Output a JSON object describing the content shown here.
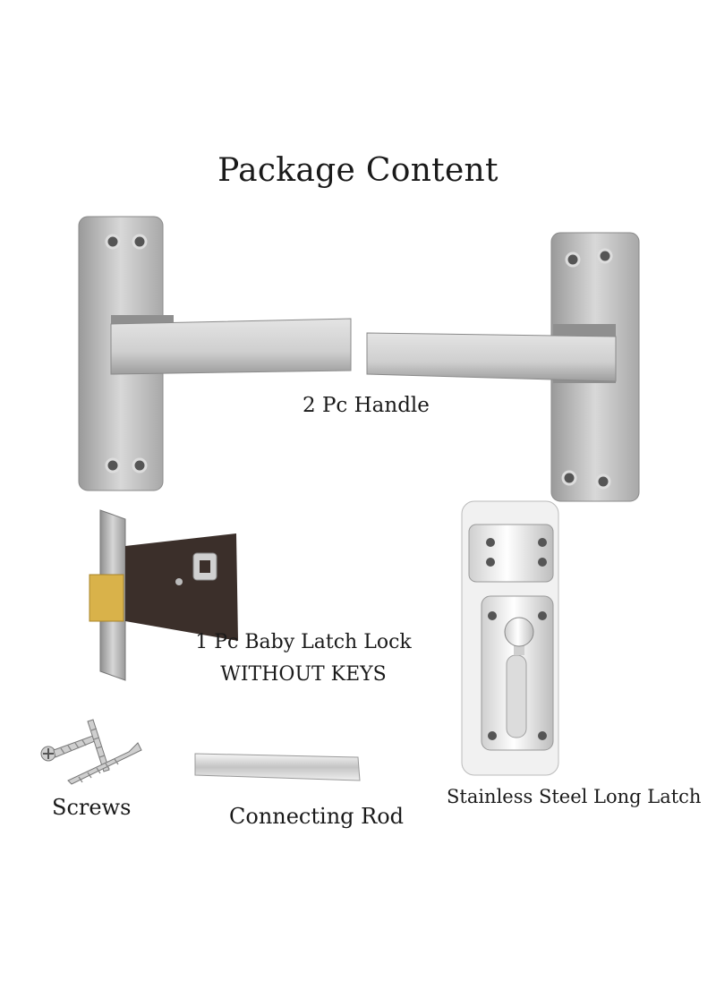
{
  "title": "Package Content",
  "items": {
    "handles": {
      "label": "2 Pc Handle",
      "icon": "door-handle-icon"
    },
    "baby_latch_lock": {
      "label_line1": "1 Pc Baby Latch Lock",
      "label_line2": "WITHOUT KEYS",
      "icon": "mortise-latch-icon"
    },
    "screws": {
      "label": "Screws",
      "icon": "screw-icon"
    },
    "connecting_rod": {
      "label": "Connecting Rod",
      "icon": "square-rod-icon"
    },
    "long_latch": {
      "label": "Stainless Steel Long Latch",
      "icon": "tower-bolt-icon"
    }
  },
  "colors": {
    "steel": "#c9c9c9",
    "dark_steel": "#8c8c8c",
    "lock_body": "#3b2f2a",
    "brass": "#d9b24a",
    "background": "#ffffff"
  }
}
